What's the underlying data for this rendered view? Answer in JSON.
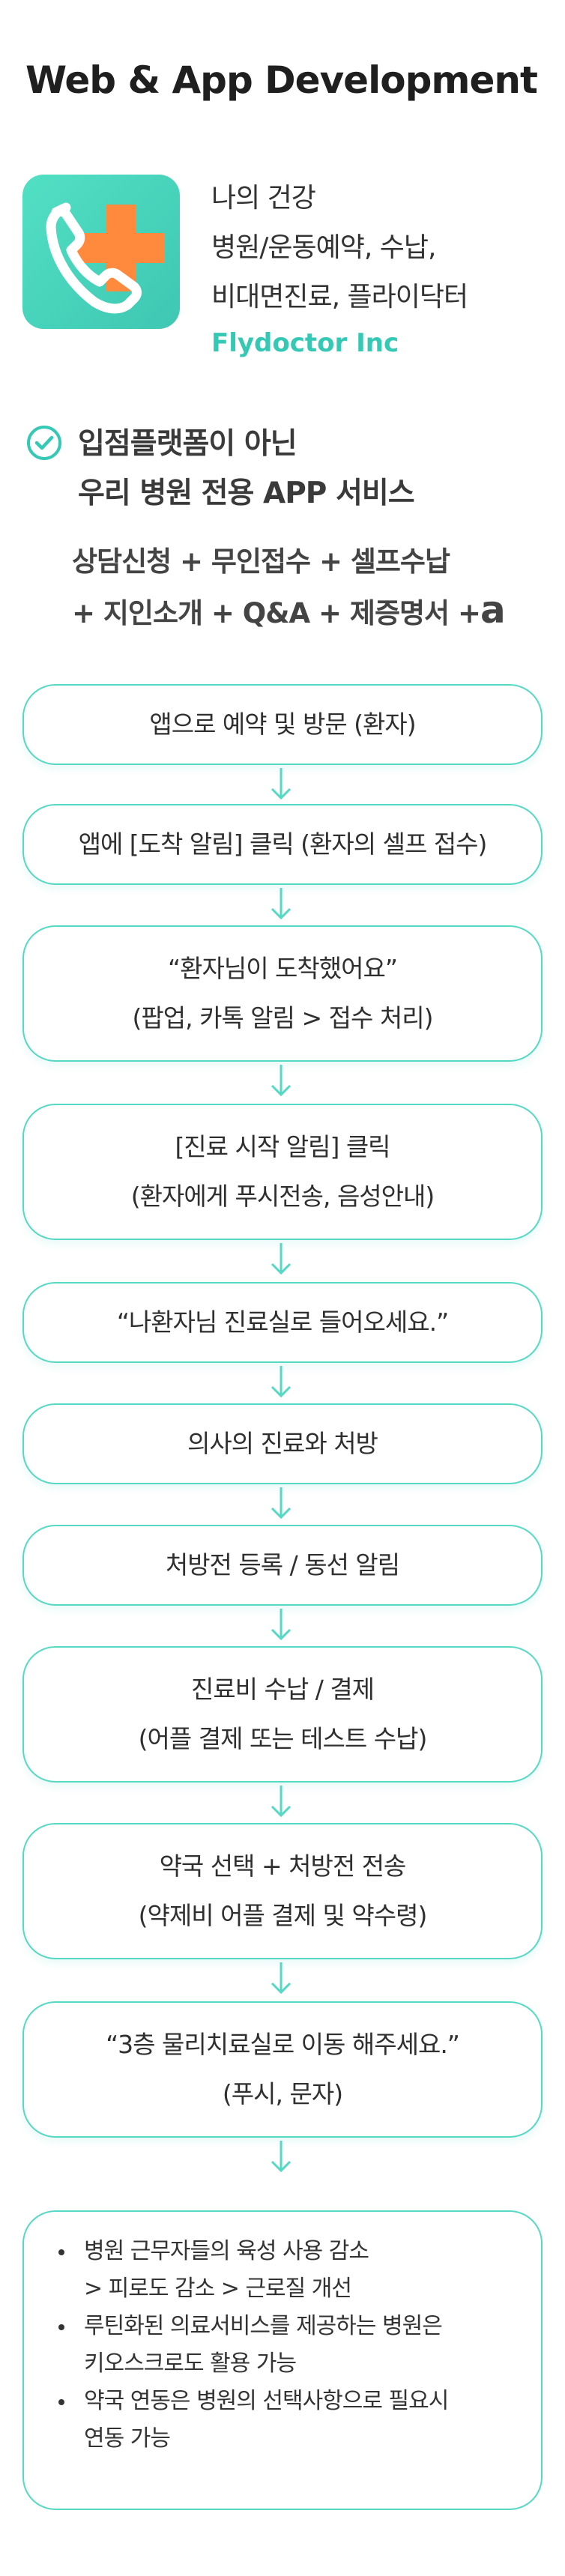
{
  "header": {
    "title": "Web & App Development"
  },
  "app": {
    "icon": "phone-medical-cross-icon",
    "colors": {
      "icon_bg": "#45d1bb",
      "cross": "#ff8a3d",
      "accent": "#35c9b5"
    },
    "lines": [
      "나의 건강",
      "병원/운동예약, 수납,",
      "비대면진료, 플라이닥터"
    ],
    "company": "Flydoctor Inc"
  },
  "headline": {
    "icon": "check-circle-icon",
    "lines": [
      "입점플랫폼이 아닌",
      "우리 병원 전용 APP 서비스"
    ]
  },
  "features": {
    "line1": "상담신청 + 무인접수 + 셀프수납",
    "line2": "+ 지인소개 + Q&A + 제증명서 +",
    "line2_end": "a"
  },
  "flow": {
    "steps": [
      {
        "lines": [
          "앱으로 예약 및 방문 (환자)"
        ]
      },
      {
        "lines": [
          "앱에 [도착 알림] 클릭 (환자의 셀프 접수)"
        ]
      },
      {
        "lines": [
          "“환자님이 도착했어요”",
          "(팝업, 카톡 알림 > 접수 처리)"
        ]
      },
      {
        "lines": [
          "[진료 시작 알림] 클릭",
          "(환자에게 푸시전송, 음성안내)"
        ]
      },
      {
        "lines": [
          "“나환자님 진료실로 들어오세요.”"
        ]
      },
      {
        "lines": [
          "의사의 진료와 처방"
        ]
      },
      {
        "lines": [
          "처방전 등록 / 동선 알림"
        ]
      },
      {
        "lines": [
          "진료비 수납 / 결제",
          "(어플 결제 또는 테스트 수납)"
        ]
      },
      {
        "lines": [
          "약국 선택 + 처방전 전송",
          "(약제비 어플 결제 및 약수령)"
        ]
      },
      {
        "lines": [
          "“3층 물리치료실로 이동 해주세요.”",
          "(푸시, 문자)"
        ]
      }
    ],
    "arrow_icon": "arrow-down-icon"
  },
  "notes": {
    "items": [
      {
        "lines": [
          "병원 근무자들의 육성 사용 감소",
          "> 피로도 감소 > 근로질 개선"
        ]
      },
      {
        "lines": [
          "루틴화된 의료서비스를 제공하는 병원은",
          "키오스크로도 활용 가능"
        ]
      },
      {
        "lines": [
          "약국 연동은 병원의 선택사항으로 필요시",
          "연동 가능"
        ]
      }
    ]
  }
}
